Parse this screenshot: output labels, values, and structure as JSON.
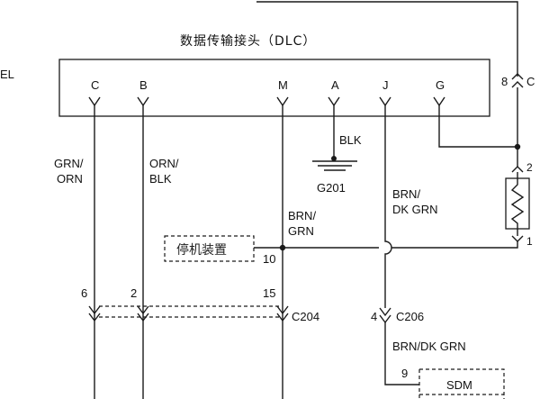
{
  "diagram": {
    "dlc_title": "数据传输接头（DLC）",
    "left_edge_label": "EL",
    "dlc_pins": [
      "C",
      "B",
      "M",
      "A",
      "J",
      "G"
    ],
    "wires": {
      "c_wire": [
        "GRN/",
        "ORN"
      ],
      "b_wire": [
        "ORN/",
        "BLK"
      ],
      "blk_wire": "BLK",
      "ground": "G201",
      "m_wire": [
        "BRN/",
        "GRN"
      ],
      "j_wire": [
        "BRN/",
        "DK GRN"
      ],
      "sdm_wire": "BRN/DK GRN"
    },
    "immobilizer": {
      "label": "停机装置",
      "pin": "10"
    },
    "connector_c": {
      "pin": "8",
      "name": "C"
    },
    "resistor_pins": {
      "top": "2",
      "bottom": "1"
    },
    "connector_c204": {
      "pins": [
        "6",
        "2",
        "15"
      ],
      "name": "C204"
    },
    "connector_c206": {
      "pin": "4",
      "name": "C206"
    },
    "sdm": {
      "label": "SDM",
      "pin": "9"
    }
  }
}
